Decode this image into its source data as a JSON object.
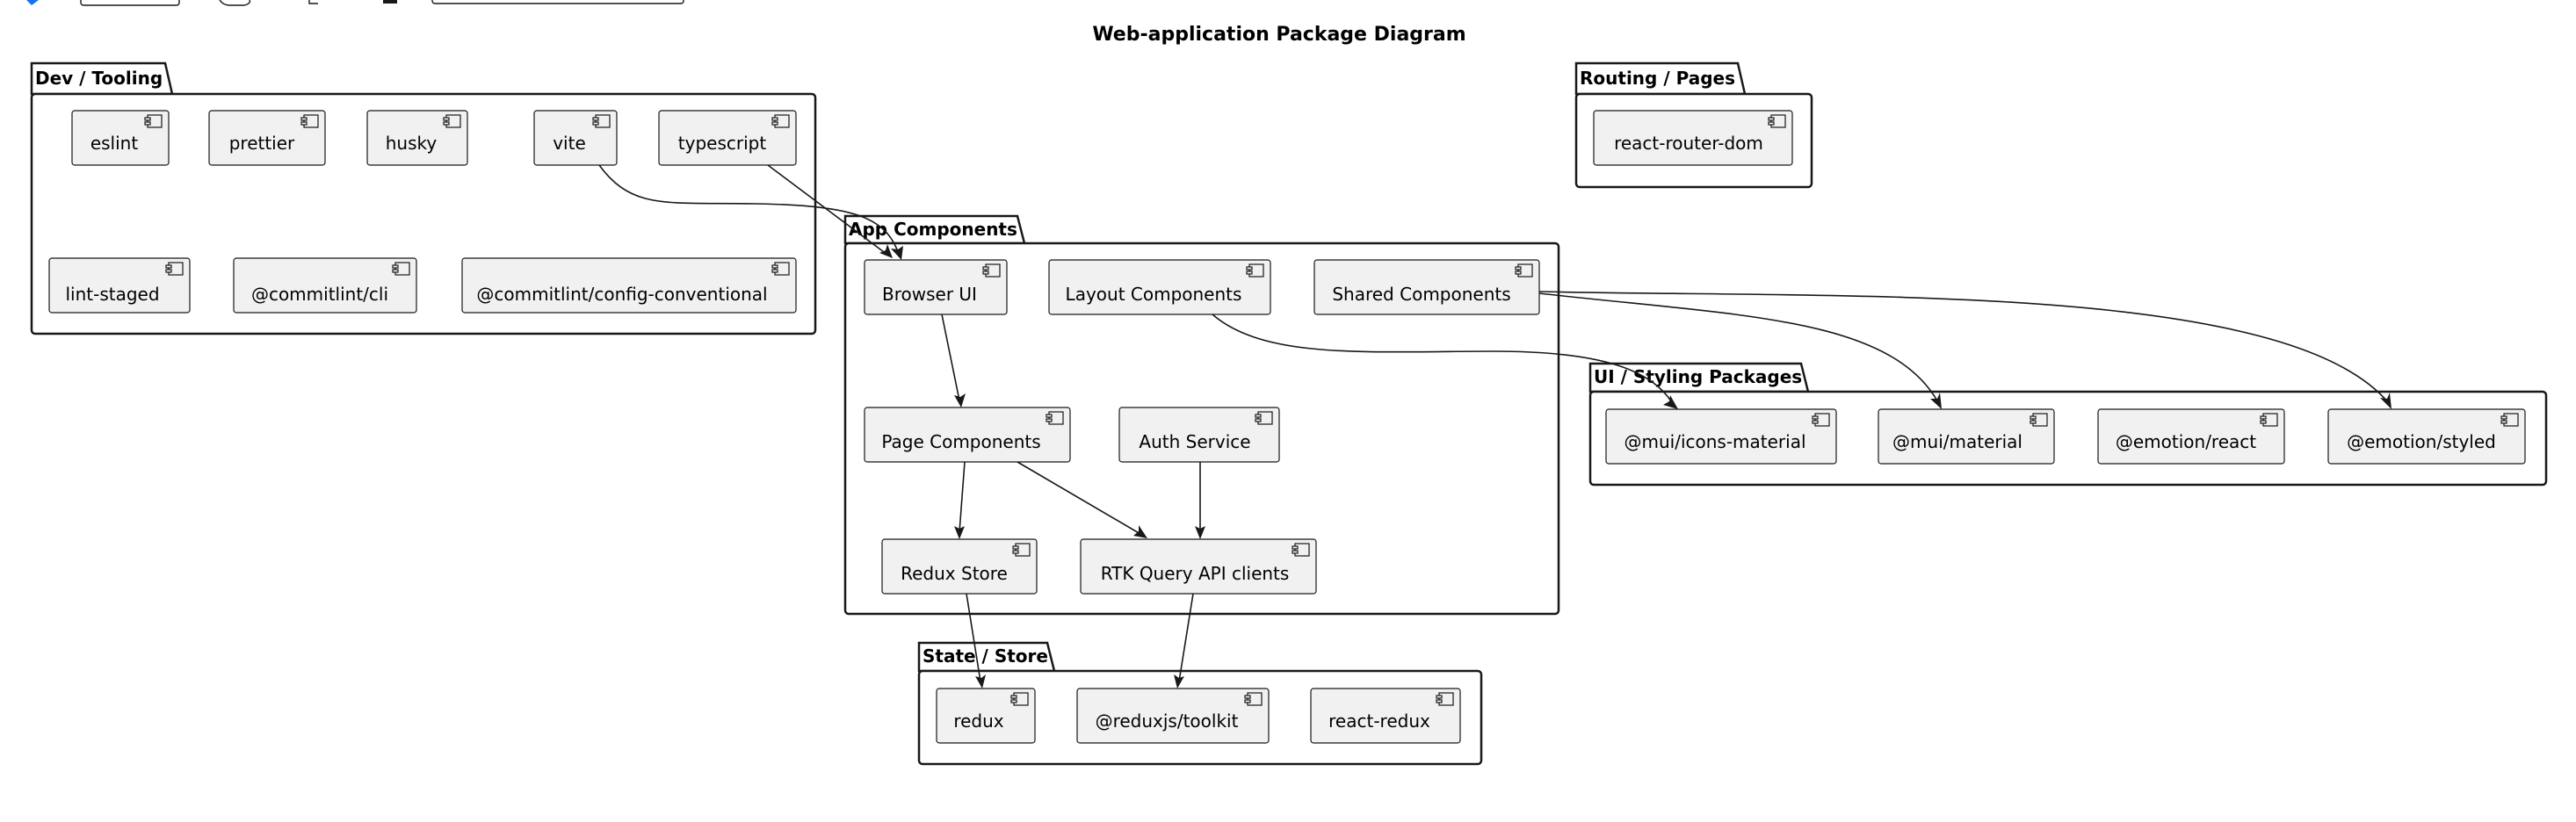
{
  "diagram": {
    "title": "Web-application Package Diagram",
    "packages": [
      {
        "id": "dev",
        "name": "Dev / Tooling",
        "components": [
          {
            "id": "eslint",
            "label": "eslint"
          },
          {
            "id": "prettier",
            "label": "prettier"
          },
          {
            "id": "husky",
            "label": "husky"
          },
          {
            "id": "vite",
            "label": "vite"
          },
          {
            "id": "typescript",
            "label": "typescript"
          },
          {
            "id": "lintstaged",
            "label": "lint-staged"
          },
          {
            "id": "commitcli",
            "label": "@commitlint/cli"
          },
          {
            "id": "commitconv",
            "label": "@commitlint/config-conventional"
          }
        ]
      },
      {
        "id": "routing",
        "name": "Routing / Pages",
        "components": [
          {
            "id": "router",
            "label": "react-router-dom"
          }
        ]
      },
      {
        "id": "app",
        "name": "App Components",
        "components": [
          {
            "id": "browser",
            "label": "Browser UI"
          },
          {
            "id": "layout",
            "label": "Layout Components"
          },
          {
            "id": "shared",
            "label": "Shared Components"
          },
          {
            "id": "pagecomp",
            "label": "Page Components"
          },
          {
            "id": "auth",
            "label": "Auth Service"
          },
          {
            "id": "reduxstore",
            "label": "Redux Store"
          },
          {
            "id": "rtk",
            "label": "RTK Query API clients"
          }
        ]
      },
      {
        "id": "ui",
        "name": "UI / Styling Packages",
        "components": [
          {
            "id": "icons",
            "label": "@mui/icons-material"
          },
          {
            "id": "material",
            "label": "@mui/material"
          },
          {
            "id": "emreact",
            "label": "@emotion/react"
          },
          {
            "id": "emstyled",
            "label": "@emotion/styled"
          }
        ]
      },
      {
        "id": "state",
        "name": "State / Store",
        "components": [
          {
            "id": "redux",
            "label": "redux"
          },
          {
            "id": "toolkit",
            "label": "@reduxjs/toolkit"
          },
          {
            "id": "reactredux",
            "label": "react-redux"
          }
        ]
      }
    ],
    "edges": [
      {
        "from": "vite",
        "to": "browser"
      },
      {
        "from": "typescript",
        "to": "browser"
      },
      {
        "from": "browser",
        "to": "pagecomp"
      },
      {
        "from": "layout",
        "to": "icons"
      },
      {
        "from": "shared",
        "to": "material"
      },
      {
        "from": "shared",
        "to": "emstyled"
      },
      {
        "from": "pagecomp",
        "to": "reduxstore"
      },
      {
        "from": "pagecomp",
        "to": "rtk"
      },
      {
        "from": "auth",
        "to": "rtk"
      },
      {
        "from": "reduxstore",
        "to": "redux"
      },
      {
        "from": "rtk",
        "to": "toolkit"
      }
    ]
  }
}
